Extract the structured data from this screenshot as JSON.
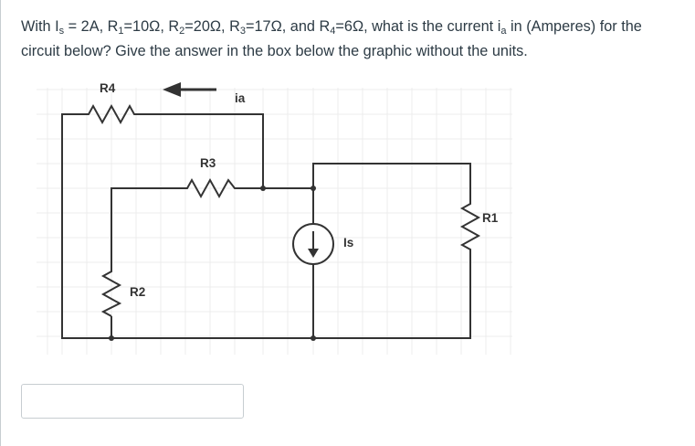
{
  "question": {
    "t1": "With I",
    "s1": "s",
    "t2": " = 2A, R",
    "s2": "1",
    "t3": "=10Ω, R",
    "s3": "2",
    "t4": "=20Ω, R",
    "s4": "3",
    "t5": "=17Ω, and R",
    "s5": "4",
    "t6": "=6Ω, what is the current i",
    "s6": "a",
    "t7": " in (Amperes) for the circuit below? Give the answer in the box below the graphic without the units."
  },
  "circuit": {
    "labels": {
      "r4": "R4",
      "r3": "R3",
      "r2": "R2",
      "r1": "R1",
      "ia": "ia",
      "is": "Is"
    }
  },
  "answer": {
    "value": "",
    "placeholder": ""
  }
}
